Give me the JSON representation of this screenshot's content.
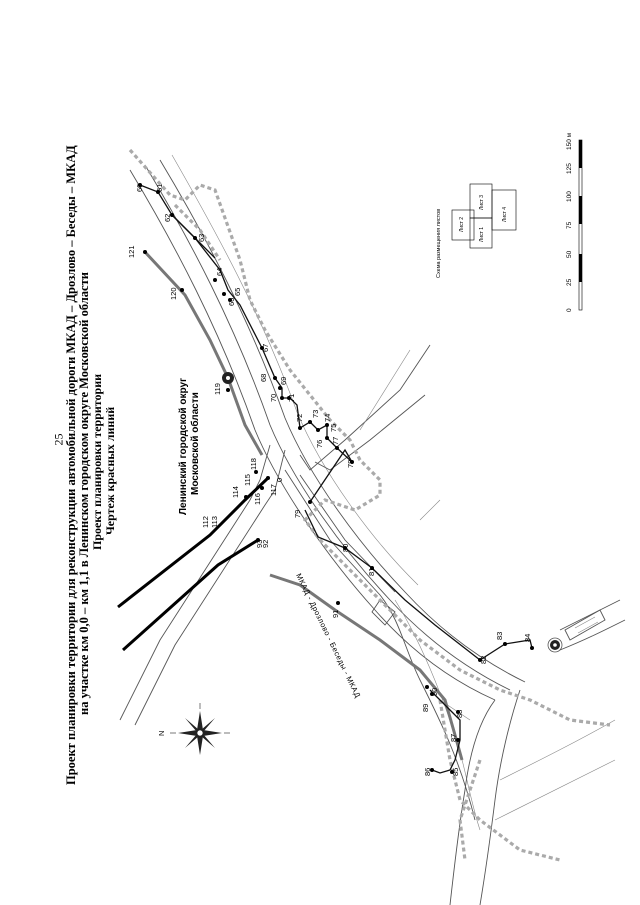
{
  "page_number": "25",
  "title_lines": [
    "Проект планировки территории для реконструкции автомобильной дороги МКАД – Дрозлово – Беседы – МКАД",
    "на участке км 0,0 – км 1,1 в Ленинском городском округе Московской области",
    "Проект планировки территории",
    "Чертеж красных линий"
  ],
  "area_label": [
    "Ленинский городской округ",
    "Московской области"
  ],
  "road_label": "МКАД - Дрозлово - Беседы - МКАД",
  "point_labels": {
    "p60": "60",
    "p61": "61",
    "p62": "62",
    "p63": "63",
    "p64": "64",
    "p65": "65",
    "p66": "66",
    "p67": "67",
    "p68": "68",
    "p69": "69",
    "p70": "70",
    "p71": "71",
    "p72": "72",
    "p73": "73",
    "p74": "74",
    "p75": "75",
    "p76": "76",
    "p77": "77",
    "p78": "78",
    "p79": "79",
    "p80": "80",
    "p81": "81",
    "p82": "82",
    "p83": "83",
    "p84": "84",
    "p85": "85",
    "p86": "86",
    "p87": "87",
    "p88": "88",
    "p89": "89",
    "p90": "90",
    "p91": "91",
    "p92": "92",
    "p93": "93",
    "p112": "112",
    "p113": "113",
    "p114": "114",
    "p115": "115",
    "p116": "116",
    "p117": "117",
    "p118": "118",
    "p119": "119",
    "p120": "120",
    "p121": "121",
    "p0": "0"
  },
  "scale": {
    "ticks": [
      "0",
      "25",
      "50",
      "75",
      "100",
      "125",
      "150 м"
    ]
  },
  "sheet_scheme": {
    "title": "Схема размещения листов",
    "sheets": [
      "Лист 1",
      "Лист 2",
      "Лист 3",
      "Лист 4"
    ]
  },
  "compass": {
    "north": "N"
  }
}
